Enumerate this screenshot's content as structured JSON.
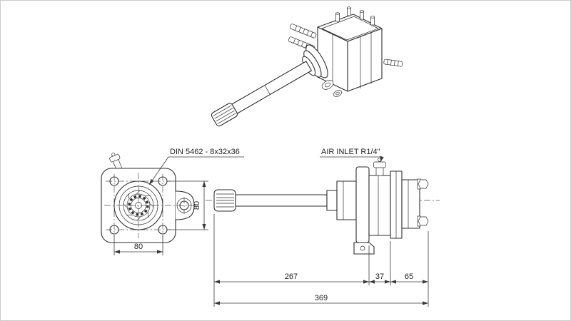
{
  "drawing": {
    "colors": {
      "background": "#ffffff",
      "line": "#2e2e2e",
      "dimension": "#3a3a3a"
    },
    "annotations": {
      "spline_spec": "DIN 5462 - 8x32x36",
      "air_inlet": "AIR INLET R1/4\""
    },
    "dimensions": {
      "flange_bolt_spacing_horizontal": "80",
      "flange_bolt_spacing_vertical": "80",
      "shaft_to_mount_face": "267",
      "mid_section": "37",
      "rear_section": "65",
      "total_length": "369"
    }
  }
}
